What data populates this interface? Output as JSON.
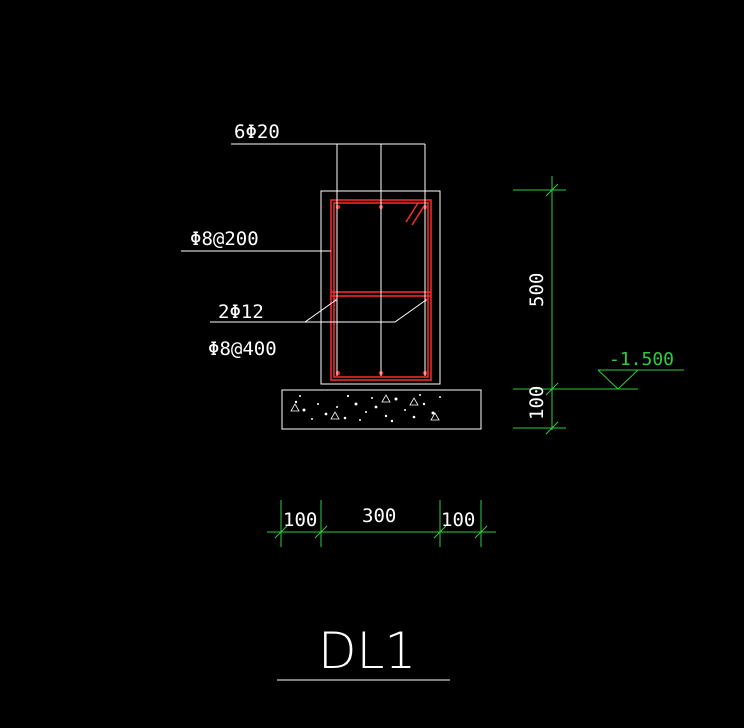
{
  "drawing": {
    "title": "DL1",
    "rebar_labels": {
      "top_bars": "6Φ20",
      "stirrup": "Φ8@200",
      "waist_bars": "2Φ12",
      "tie_bars": "Φ8@400"
    },
    "dimensions": {
      "beam_height": "500",
      "cushion_thickness": "100",
      "left_offset": "100",
      "beam_width": "300",
      "right_offset": "100"
    },
    "elevation": "-1.500"
  },
  "colors": {
    "background": "#000000",
    "outline": "#ffffff",
    "rebar": "#ff2a2a",
    "dimension": "#2ecc40"
  }
}
